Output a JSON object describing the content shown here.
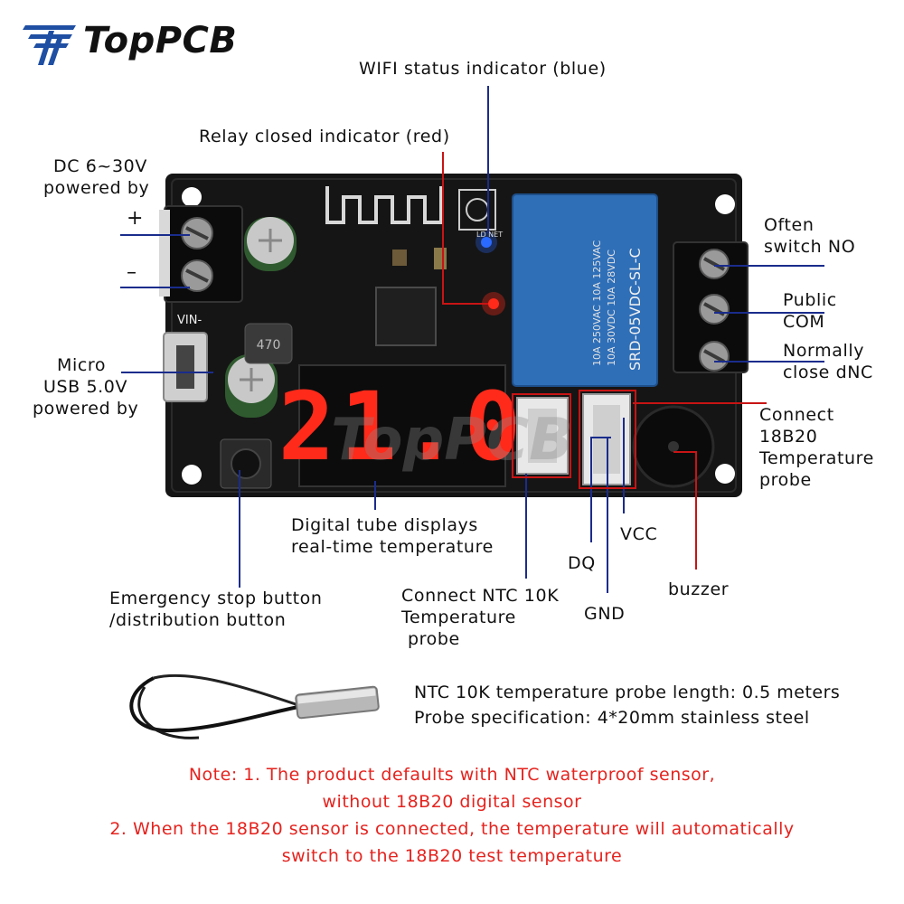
{
  "brand": {
    "name": "TopPCB",
    "accent": "#1f4fa3"
  },
  "labels": {
    "wifi": "WIFI status indicator (blue)",
    "relay": "Relay closed indicator (red)",
    "dc_line1": "DC 6~30V",
    "dc_line2": "powered by",
    "plus": "+",
    "minus": "–",
    "usb_line1": "Micro",
    "usb_line2": "USB 5.0V",
    "usb_line3": "powered by",
    "no_line1": "Often",
    "no_line2": "switch NO",
    "com_line1": "Public",
    "com_line2": "COM",
    "nc_line1": "Normally",
    "nc_line2": "close dNC",
    "ds_line1": "Connect",
    "ds_line2": "18B20",
    "ds_line3": "Temperature",
    "ds_line4": "probe",
    "tube_line1": "Digital tube displays",
    "tube_line2": "real-time temperature",
    "estop_line1": "Emergency stop button",
    "estop_line2": "/distribution button",
    "ntc_line1": "Connect NTC 10K",
    "ntc_line2": "Temperature",
    "ntc_line3": "probe",
    "vcc": "VCC",
    "dq": "DQ",
    "gnd": "GND",
    "buzzer": "buzzer"
  },
  "board": {
    "display_digits": "21.0",
    "vin_label": "VIN-",
    "relay_text": "SRD-05VDC-SL-C",
    "relay_rating": "10A 250VAC 10A 125VAC",
    "relay_rating2": "10A 30VDC 10A 28VDC",
    "inductor_text": "470",
    "watermark": "TopPCB",
    "led_label": "LD NET"
  },
  "probe": {
    "line1": "NTC 10K temperature probe length: 0.5 meters",
    "line2": "Probe specification: 4*20mm stainless steel"
  },
  "notes": {
    "line1": "Note: 1. The product defaults with NTC waterproof sensor,",
    "line2": "without 18B20 digital sensor",
    "line3": "2. When the 18B20 sensor is connected, the temperature will automatically",
    "line4": "switch to the 18B20 test temperature"
  },
  "colors": {
    "board": "#141414",
    "relay": "#2f6fb8",
    "display": "#ff2a1a",
    "leader_blue": "#1a2c8c",
    "leader_red": "#c81414",
    "note_red": "#e5231e"
  }
}
